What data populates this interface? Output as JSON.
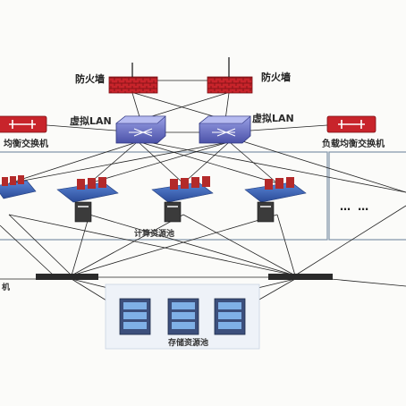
{
  "labels": {
    "firewall_left": "防火墙",
    "firewall_right": "防火墙",
    "vlan_left": "虚拟LAN",
    "vlan_right": "虚拟LAN",
    "lb_left": "均衡交换机",
    "lb_right": "负载均衡交换机",
    "compute_pool": "计算资源池",
    "more": "… …",
    "switch_left": "机",
    "storage_pool": "存储资源池"
  },
  "colors": {
    "firewall": "#c8242b",
    "switch_core": "#6a72c8",
    "load_balancer": "#c8242b",
    "server_platform": "#3d62b8",
    "server_disk": "#b32a2a",
    "server_box": "#3b3b3b",
    "storage": "#3c4f7c",
    "pool_border": "#7f93a8",
    "links": "#222222"
  }
}
